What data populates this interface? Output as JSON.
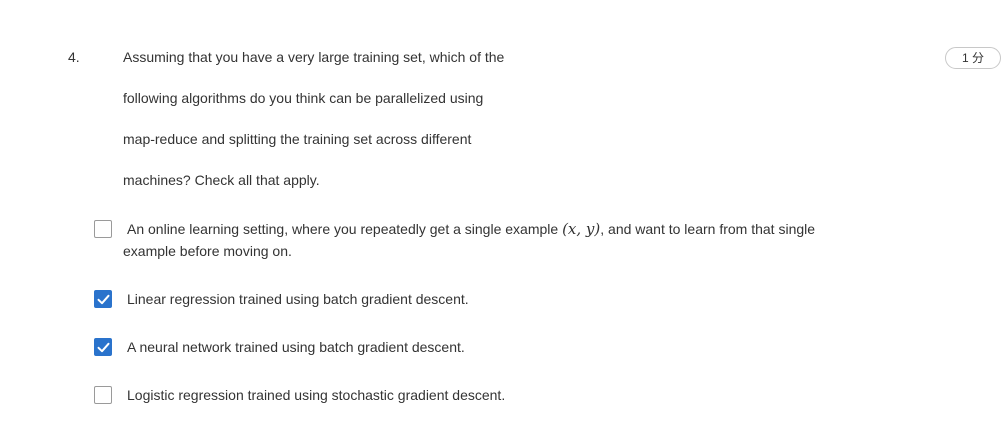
{
  "question": {
    "number": "4.",
    "points_label": "1 分",
    "lines": [
      "Assuming that you have a very large training set, which of the",
      "following algorithms do you think can be parallelized using",
      "map-reduce and splitting the training set across different",
      "machines?  Check all that apply."
    ]
  },
  "options": [
    {
      "text_before": "An online learning setting, where you repeatedly get a single example ",
      "math": "(x, y)",
      "text_after": ", and want to learn from that single",
      "text_line2": "example before moving on.",
      "checked": false
    },
    {
      "text": "Linear regression trained using batch gradient descent.",
      "checked": true
    },
    {
      "text": "A neural network trained using batch gradient descent.",
      "checked": true
    },
    {
      "text": "Logistic regression trained using stochastic gradient descent.",
      "checked": false
    }
  ],
  "colors": {
    "accent": "#2a73cc",
    "text": "#333333",
    "checkbox_border": "#9a9a9a"
  }
}
